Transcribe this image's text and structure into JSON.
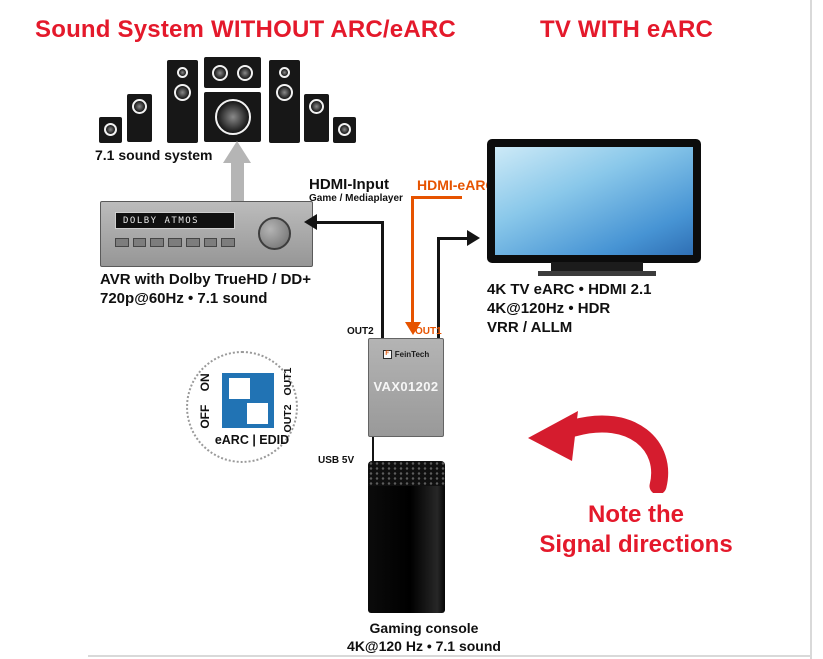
{
  "titles": {
    "left": "Sound System WITHOUT ARC/eARC",
    "right": "TV WITH eARC"
  },
  "speakers": {
    "label": "7.1 sound system"
  },
  "avr": {
    "display": "DOLBY ATMOS",
    "caption1": "AVR with Dolby TrueHD / DD+",
    "caption2": "720p@60Hz • 7.1 sound"
  },
  "hdmi_input": {
    "label": "HDMI-Input",
    "sublabel": "Game / Mediaplayer"
  },
  "hdmi_earc": {
    "label": "HDMI-eARC"
  },
  "tv": {
    "caption1": "4K TV eARC • HDMI 2.1",
    "caption2": "4K@120Hz • HDR",
    "caption3": "VRR / ALLM"
  },
  "vax": {
    "brand": "FeinTech",
    "logo_mark": "F",
    "model": "VAX01202",
    "out1_label": "OUT1",
    "out2_label": "OUT2",
    "usb_label": "USB 5V"
  },
  "dip": {
    "left": "OFF ON",
    "right": "OUT2 OUT1",
    "bottom": "eARC | EDID"
  },
  "console": {
    "caption1": "Gaming console",
    "caption2": "4K@120 Hz • 7.1 sound"
  },
  "note": {
    "line1": "Note the",
    "line2": "Signal directions"
  },
  "colors": {
    "title_red": "#e4192b",
    "orange": "#e65300",
    "arrow_red": "#d51c2e",
    "switch_blue": "#2173b4",
    "speaker_black": "#171717"
  }
}
